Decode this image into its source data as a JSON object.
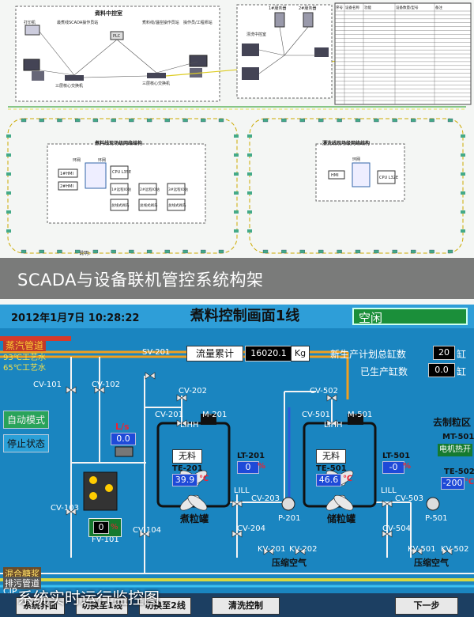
{
  "architecture": {
    "caption": "SCADA与设备联机管控系统构架",
    "left_center_title": "煮料中控室",
    "right_center_title": "漂洗中控室",
    "left_field_title": "煮料线现场级网络结构",
    "right_field_title": "漂洗线现场级网络结构",
    "ring_label": "环网",
    "nodes": {
      "printer": "打印机",
      "scada_server": "最煮线SCADA操作员站",
      "plc": "PLC",
      "op_station": "煮料线/温控操作员站",
      "eng_station": "操作员/工程师站",
      "core_switch_left": "三层核心交换机",
      "core_switch_right": "三层核心交换机",
      "server1": "1#服务器",
      "server2": "2#服务器",
      "rinse_center": "漂洗中控室",
      "hmi1": "1#HMI",
      "hmi2": "2#HMI",
      "cpu_left": "CPU L35E",
      "io1": "1#远程IO站",
      "io2": "2#远程IO站",
      "io3": "3#远程IO站",
      "bus_valve": "总线式阀岛",
      "hmi": "HMI",
      "cpu_right": "CPU L32E"
    },
    "note_label": "说明:",
    "table": {
      "headers": [
        "序号",
        "设备名称",
        "功能",
        "设备数量/型号",
        "备注"
      ],
      "row_count": 24
    }
  },
  "scada": {
    "caption": "系统实时运行监控图",
    "date_time": "2012年1月7日 10:28:22",
    "title": "煮料控制画面1线",
    "status": "空闲",
    "steam_pipe": "蒸汽管道",
    "temp1": "93℃工艺水",
    "temp2": "65℃工艺水",
    "mode_auto": "自动模式",
    "mode_stop": "停止状态",
    "flow_label": "流量累计",
    "flow_value": "16020.1",
    "flow_unit": "Kg",
    "new_plan_label": "新生产计划总缸数",
    "new_plan_value": "20",
    "produced_label": "已生产缸数",
    "produced_value": "0.0",
    "vat_unit": "缸",
    "flow_rate_label": "L/s",
    "flow_rate_value": "0.0",
    "ratio_value": "0",
    "ratio_unit": "%",
    "valves": {
      "cv101": "CV-101",
      "cv102": "CV-102",
      "cv103": "CV-103",
      "cv104": "CV-104",
      "sv201": "SV-201",
      "cv202": "CV-202",
      "cv201": "CV-201",
      "m201": "M-201",
      "lihh1": "LIHH",
      "lill1": "LILL",
      "cv203": "CV-203",
      "p201": "P-201",
      "cv204": "CV-204",
      "kv201": "KV-201",
      "kv202": "KV-202",
      "cv502": "CV-502",
      "cv501": "CV-501",
      "m501": "M-501",
      "lihh2": "LIHH",
      "lill2": "LILL",
      "cv503": "CV-503",
      "p501": "P-501",
      "cv504": "CV-504",
      "kv501": "KV-501",
      "kv502": "KV-502",
      "fv101": "FV-101"
    },
    "tank1": {
      "state": "无料",
      "te": "TE-201",
      "temp": "39.9",
      "lt": "LT-201",
      "level": "0",
      "name": "煮粒罐"
    },
    "tank2": {
      "state": "无料",
      "te": "TE-501",
      "temp": "46.6",
      "lt": "LT-501",
      "level": "-0",
      "name": "储粒罐"
    },
    "temp_unit": "℃",
    "level_unit": "%",
    "air1": "压缩空气",
    "air2": "压缩空气",
    "right_panel": {
      "title": "去制粒区",
      "mt": "MT-501",
      "motor": "电机热开",
      "te": "TE-502",
      "te_value": "-200",
      "unit": "℃"
    },
    "mix_pipe": "混合糖浆",
    "drain_pipe": "排污管道",
    "cip_label": "CIP",
    "footer": {
      "btn1": "系统界面",
      "btn2": "切换至1线",
      "btn3": "切换至2线",
      "btn4": "清洗控制",
      "btn5": "下一步"
    }
  }
}
